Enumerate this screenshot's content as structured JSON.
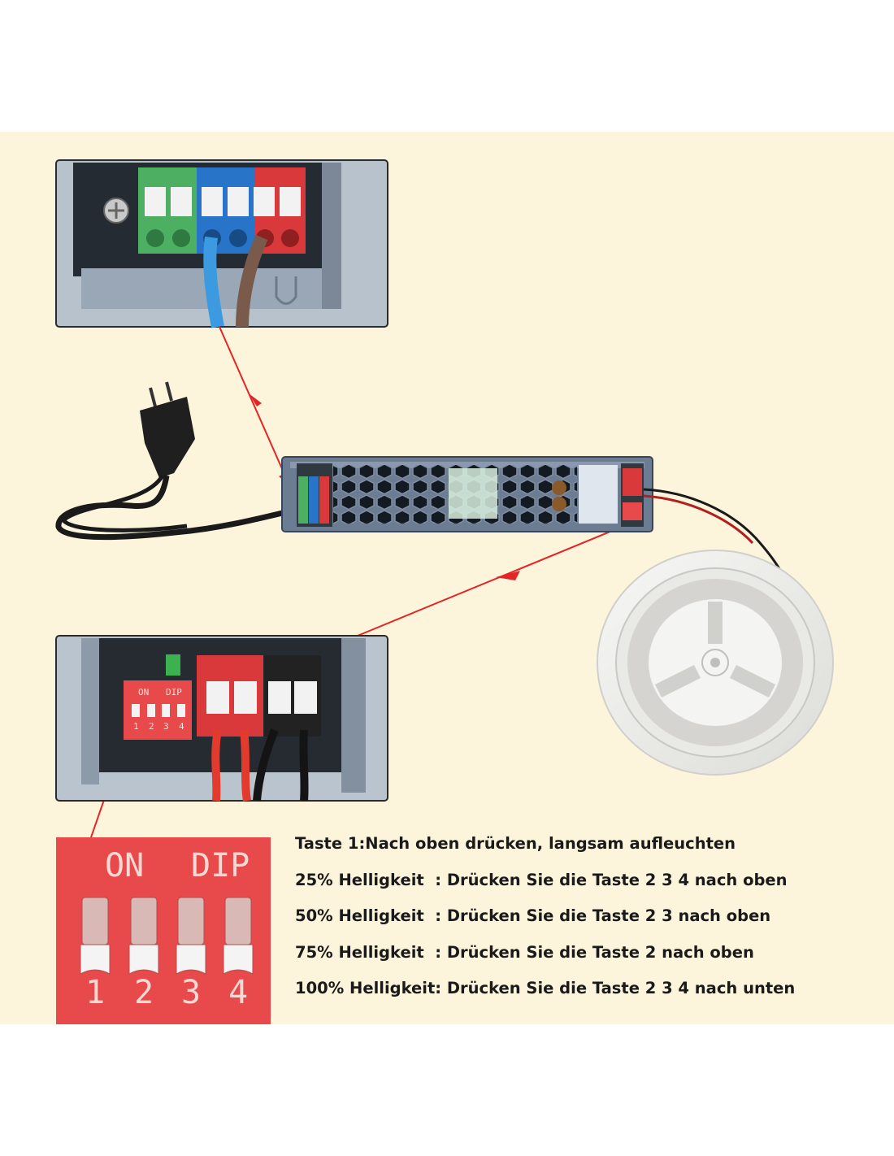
{
  "colors": {
    "background": "#fdf4dc",
    "arrow": "#e42525",
    "dip_red": "#e8494a",
    "terminal_green": "#4caf62",
    "terminal_blue": "#2874c9",
    "terminal_red": "#d9393a",
    "housing": "#5b6d86"
  },
  "dip_switch": {
    "on_label": "ON",
    "dip_label": "DIP",
    "numbers": [
      "1",
      "2",
      "3",
      "4"
    ]
  },
  "instructions": [
    "Taste 1:Nach oben drücken, langsam aufleuchten",
    "25% Helligkeit  : Drücken Sie die Taste 2 3 4 nach oben",
    "50% Helligkeit  : Drücken Sie die Taste 2 3 nach oben",
    "75% Helligkeit  : Drücken Sie die Taste 2 nach oben",
    "100% Helligkeit: Drücken Sie die Taste 2 3 4 nach unten"
  ]
}
